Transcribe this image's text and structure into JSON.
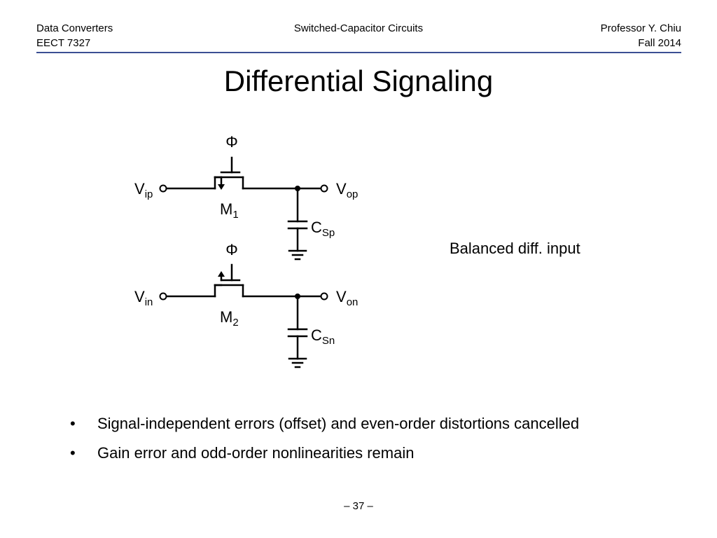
{
  "header": {
    "left_line1": "Data Converters",
    "left_line2": "EECT 7327",
    "center": "Switched-Capacitor Circuits",
    "right_line1": "Professor Y. Chiu",
    "right_line2": "Fall 2014"
  },
  "title": "Differential Signaling",
  "circuit": {
    "top": {
      "clock": "Φ",
      "input": {
        "base": "V",
        "sub": "ip"
      },
      "output": {
        "base": "V",
        "sub": "op"
      },
      "transistor": {
        "base": "M",
        "sub": "1"
      },
      "capacitor": {
        "base": "C",
        "sub": "Sp"
      }
    },
    "bottom": {
      "clock": "Φ",
      "input": {
        "base": "V",
        "sub": "in"
      },
      "output": {
        "base": "V",
        "sub": "on"
      },
      "transistor": {
        "base": "M",
        "sub": "2"
      },
      "capacitor": {
        "base": "C",
        "sub": "Sn"
      }
    }
  },
  "annotation": "Balanced diff. input",
  "bullets": [
    "Signal-independent errors (offset) and even-order distortions cancelled",
    "Gain error and odd-order nonlinearities remain"
  ],
  "bullet_symbol": "•",
  "page_number": "– 37 –",
  "colors": {
    "header_rule": "#3b4f93"
  }
}
